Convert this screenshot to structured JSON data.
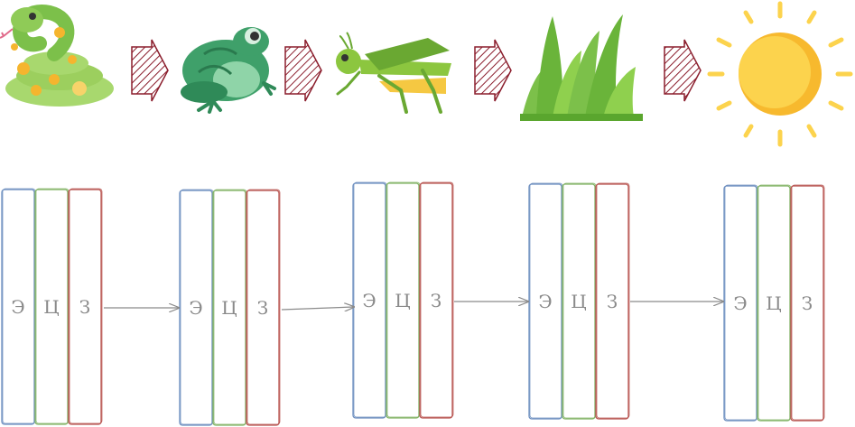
{
  "chain": {
    "icons": [
      {
        "name": "snake-icon"
      },
      {
        "name": "frog-icon"
      },
      {
        "name": "grasshopper-icon"
      },
      {
        "name": "grass-icon"
      },
      {
        "name": "sun-icon"
      }
    ]
  },
  "groups": [
    {
      "labels": [
        "Э",
        "Ц",
        "З"
      ]
    },
    {
      "labels": [
        "Э",
        "Ц",
        "З"
      ]
    },
    {
      "labels": [
        "Э",
        "Ц",
        "З"
      ]
    },
    {
      "labels": [
        "Э",
        "Ц",
        "З"
      ]
    },
    {
      "labels": [
        "Э",
        "Ц",
        "З"
      ]
    }
  ],
  "colors": {
    "blue": "#6c8ebf",
    "green": "#82b366",
    "red": "#b85450",
    "arrow_hatch": "#8b1e2d",
    "label": "#8a8a8a"
  }
}
